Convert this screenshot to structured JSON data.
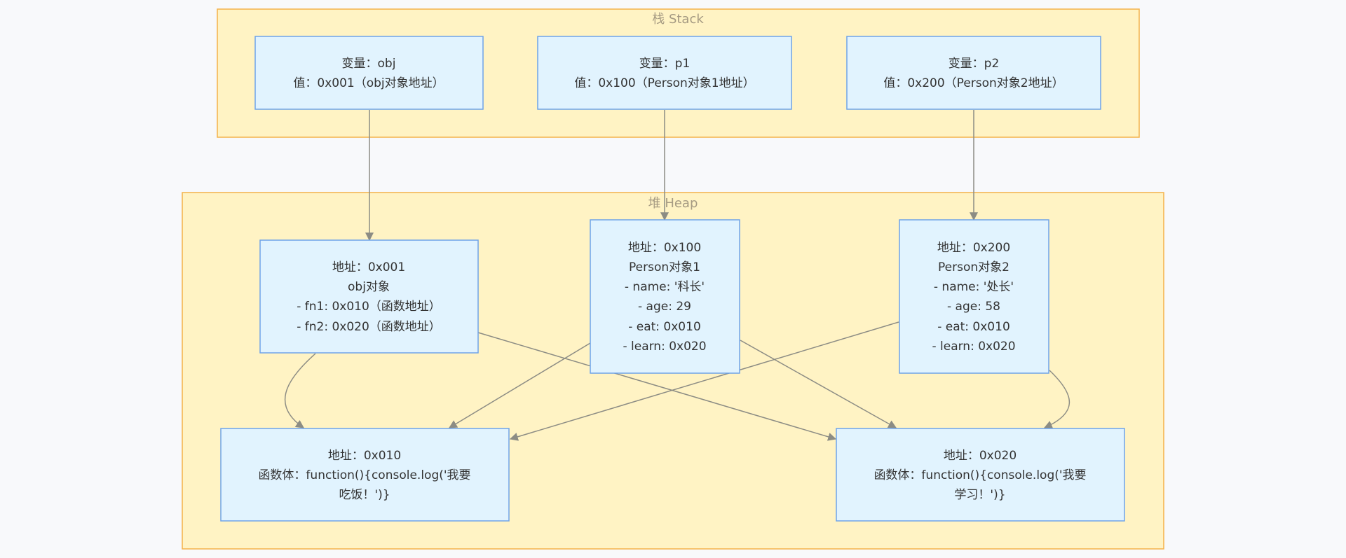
{
  "colors": {
    "background": "#f8f9fb",
    "cluster_fill": "#fff3c4",
    "cluster_stroke": "#f4b24a",
    "cluster_title": "#a59a82",
    "node_fill": "#e1f3fe",
    "node_stroke": "#6fa3e8",
    "node_text": "#333333",
    "edge": "#8c8c84"
  },
  "clusters": {
    "stack": {
      "title": "栈 Stack"
    },
    "heap": {
      "title": "堆 Heap"
    }
  },
  "nodes": {
    "stack_obj": {
      "lines": [
        "变量：obj",
        "值：0x001（obj对象地址）"
      ]
    },
    "stack_p1": {
      "lines": [
        "变量：p1",
        "值：0x100（Person对象1地址）"
      ]
    },
    "stack_p2": {
      "lines": [
        "变量：p2",
        "值：0x200（Person对象2地址）"
      ]
    },
    "heap_obj": {
      "lines": [
        "地址：0x001",
        "obj对象",
        "- fn1: 0x010（函数地址）",
        "- fn2: 0x020（函数地址）"
      ]
    },
    "heap_p1": {
      "lines": [
        "地址：0x100",
        "Person对象1",
        "- name: '科长'",
        "- age: 29",
        "- eat: 0x010",
        "- learn: 0x020"
      ]
    },
    "heap_p2": {
      "lines": [
        "地址：0x200",
        "Person对象2",
        "- name: '处长'",
        "- age: 58",
        "- eat: 0x010",
        "- learn: 0x020"
      ]
    },
    "fn_010": {
      "lines": [
        "地址：0x010",
        "函数体：function(){console.log('我要",
        "吃饭！')}"
      ]
    },
    "fn_020": {
      "lines": [
        "地址：0x020",
        "函数体：function(){console.log('我要",
        "学习！')}"
      ]
    }
  },
  "edges": [
    {
      "from": "stack_obj",
      "to": "heap_obj"
    },
    {
      "from": "stack_p1",
      "to": "heap_p1"
    },
    {
      "from": "stack_p2",
      "to": "heap_p2"
    },
    {
      "from": "heap_obj",
      "to": "fn_010"
    },
    {
      "from": "heap_obj",
      "to": "fn_020"
    },
    {
      "from": "heap_p1",
      "to": "fn_010"
    },
    {
      "from": "heap_p1",
      "to": "fn_020"
    },
    {
      "from": "heap_p2",
      "to": "fn_010"
    },
    {
      "from": "heap_p2",
      "to": "fn_020"
    }
  ]
}
